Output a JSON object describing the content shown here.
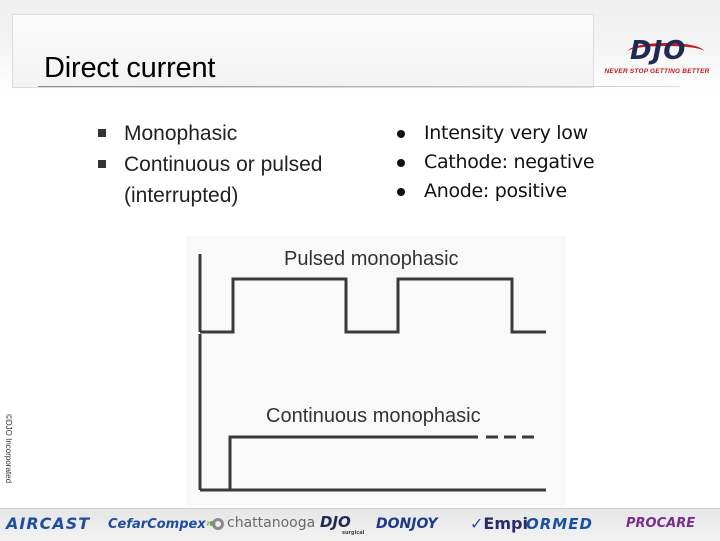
{
  "slide": {
    "title": "Direct current"
  },
  "logo": {
    "word": "DJO",
    "tagline": "NEVER STOP GETTING BETTER"
  },
  "bullets_left": [
    {
      "line1": "Monophasic",
      "line2": ""
    },
    {
      "line1": "Continuous or pulsed",
      "line2": "(interrupted)"
    }
  ],
  "bullets_right": [
    "Intensity very low",
    "Cathode: negative",
    "Anode: positive"
  ],
  "figure": {
    "label_top": "Pulsed monophasic",
    "label_bottom": "Continuous monophasic"
  },
  "copyright": "©DJO Incorporated",
  "footer": {
    "brands": {
      "aircast": "AIRCAST",
      "cefar": "CefarCompex",
      "chattanooga": "chattanooga",
      "djo": "DJO",
      "djo_sub": "surgical",
      "donjoy": "DONJOY",
      "empi": "Empi",
      "ormed": "ORMED",
      "procare": "PROCARE"
    }
  }
}
